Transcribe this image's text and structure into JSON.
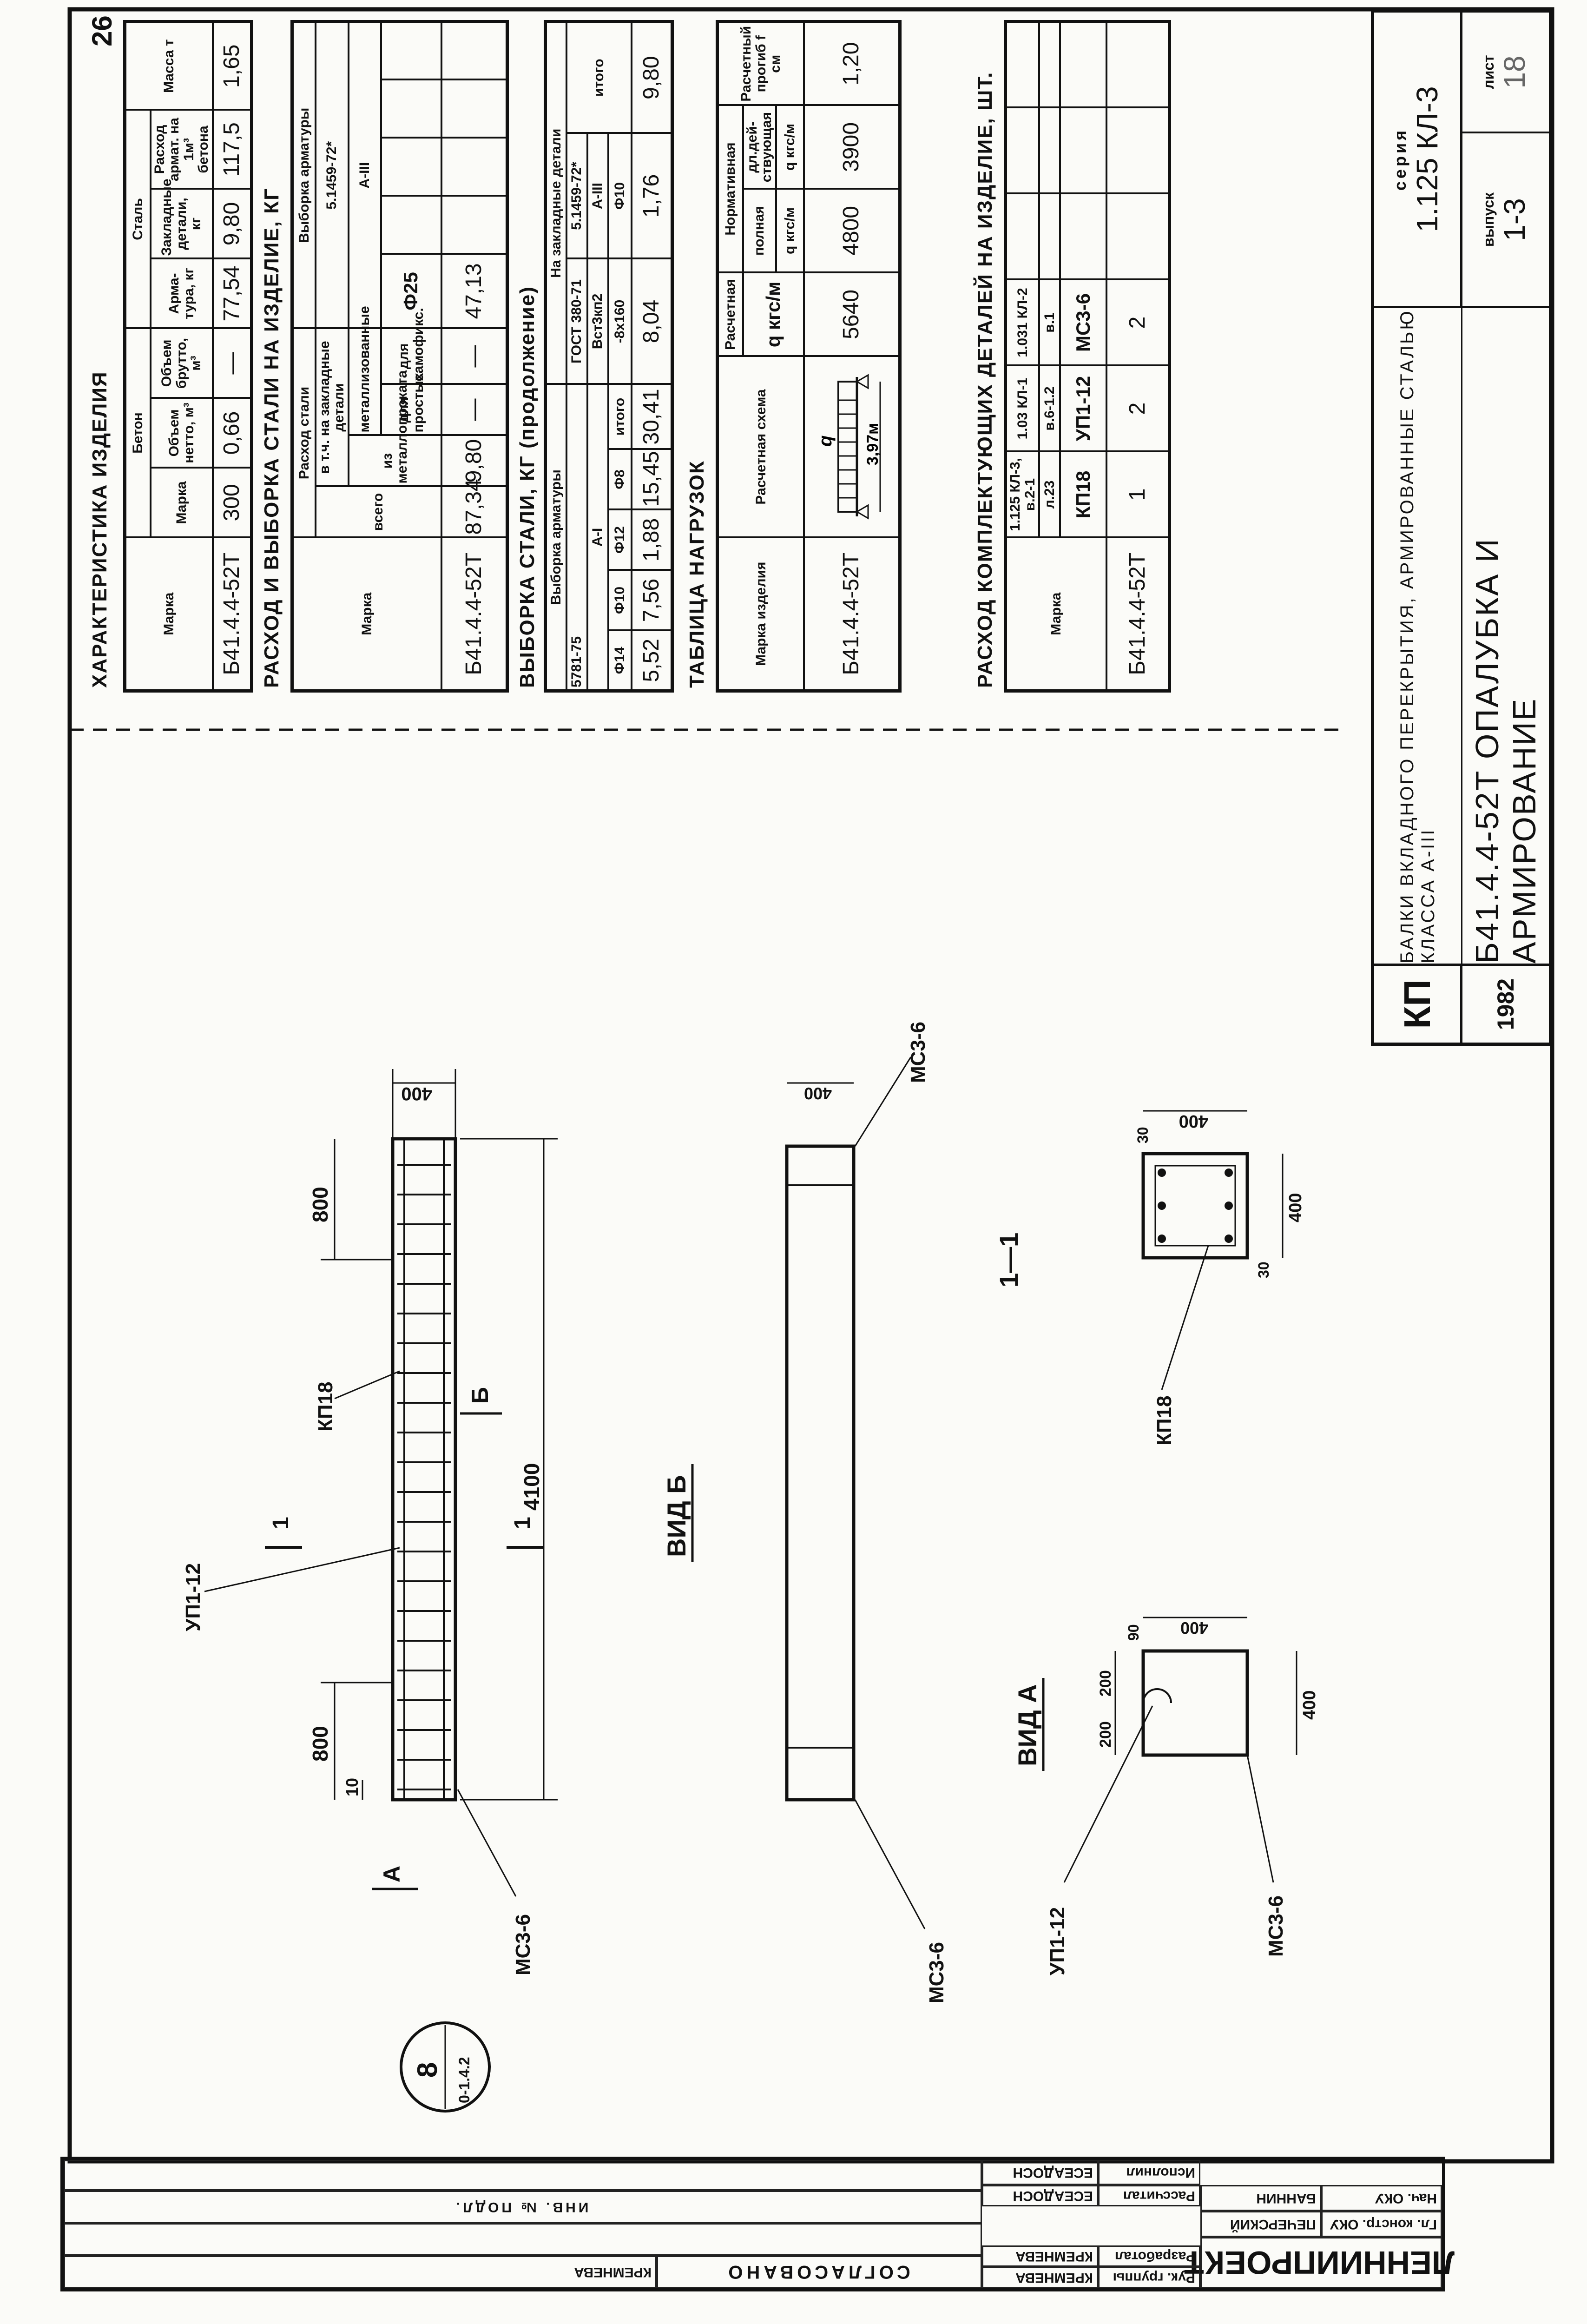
{
  "sheet_number": "26",
  "characteristics": {
    "title": "ХАРАКТЕРИСТИКА ИЗДЕЛИЯ",
    "h_mark": "Марка",
    "h_concrete": "Бетон",
    "h_steel": "Сталь",
    "h_conc_mark": "Марка",
    "h_vol_net": "Объем нетто, м³",
    "h_vol_gross": "Объем брутто, м³",
    "h_rebar": "Арма-тура, кг",
    "h_embedded": "Закладные детали, кг",
    "h_rebar_per_m3": "Расход армат. на 1м³ бетона",
    "h_mass": "Масса т",
    "row": [
      "Б41.4.4-52Т",
      "300",
      "0,66",
      "—",
      "77,54",
      "9,80",
      "117,5",
      "1,65"
    ]
  },
  "steel_usage": {
    "title": "РАСХОД И ВЫБОРКА СТАЛИ НА ИЗДЕЛИЕ, КГ",
    "h_mark": "Марка",
    "h_usage": "Расход стали",
    "h_total": "всего",
    "h_incl_embedded": "в т.ч. на закладные детали",
    "h_rolled": "из металлопроката",
    "h_metallized": "металлизованные",
    "h_simple": "для простых",
    "h_selffix": "для самофикс.",
    "h_selection": "Выборка арматуры",
    "h_standard": "5.1459-72*",
    "h_class": "A-III",
    "h_diam": "Ф25",
    "row": [
      "Б41.4.4-52Т",
      "87,34",
      "9,80",
      "—",
      "—",
      "47,13"
    ]
  },
  "steel_selection_cont": {
    "title": "ВЫБОРКА СТАЛИ, КГ (продолжение)",
    "h_selection": "Выборка арматуры",
    "h_embedded": "На закладные детали",
    "h_std1": "5781-75",
    "h_class1": "A-I",
    "diams": [
      "Ф14",
      "Ф10",
      "Ф12",
      "Ф8",
      "итого"
    ],
    "values1": [
      "5,52",
      "7,56",
      "1,88",
      "15,45",
      "30,41"
    ],
    "h_std2": "ГОСТ 380-71",
    "h_grade2": "Вст3кп2",
    "h_size2": "-8х160",
    "value2": "8,04",
    "h_std3": "5.1459-72*",
    "h_class3": "A-III",
    "h_diam3": "Ф10",
    "value3": "1,76",
    "h_total": "итого",
    "total": "9,80"
  },
  "loads": {
    "title": "ТАБЛИЦА НАГРУЗОК",
    "h_mark": "Марка изделия",
    "h_scheme": "Расчетная схема",
    "h_design": "Расчетная",
    "h_design_q": "q кгс/м",
    "h_normative": "Нормативная",
    "h_full": "полная",
    "h_full_q": "q кгс/м",
    "h_long": "дл.дей-ствующая",
    "h_long_q": "q кгс/м",
    "h_deflection": "Расчетный прогиб f см",
    "scheme_load": "q",
    "scheme_span": "3,97м",
    "row": [
      "Б41.4.4-52Т",
      "5640",
      "4800",
      "3900",
      "1,20"
    ]
  },
  "components": {
    "title": "РАСХОД КОМПЛЕКТУЮЩИХ ДЕТАЛЕЙ НА ИЗДЕЛИЕ, ШТ.",
    "h_mark": "Марка",
    "groups": [
      {
        "series": "1.125 КЛ-3, в.2-1",
        "sheet": "л.23",
        "item": "КП18",
        "qty": "1"
      },
      {
        "series": "1.03 КЛ-1",
        "sheet": "в.6-1.2",
        "item": "УП1-12",
        "qty": "2"
      },
      {
        "series": "1.031 КЛ-2",
        "sheet": "в.1",
        "item": "МС3-6",
        "qty": "2"
      }
    ],
    "row_mark": "Б41.4.4-52Т"
  },
  "title_block": {
    "kp": "КП",
    "year": "1982",
    "line1": "БАЛКИ ВКЛАДНОГО ПЕРЕКРЫТИЯ, АРМИРОВАННЫЕ СТАЛЬЮ КЛАССА A-III",
    "line2": "Б41.4.4-52Т ОПАЛУБКА И АРМИРОВАНИЕ",
    "series_label": "серия",
    "series": "1.125 КЛ-3",
    "issue_label": "выпуск",
    "issue": "1-3",
    "sheet_label": "лист",
    "sheet": "18"
  },
  "drawing": {
    "dim_800a": "800",
    "dim_800b": "800",
    "dim_4100": "4100",
    "dim_10": "10",
    "dim_400": "400",
    "label_up": "УП1-12",
    "label_kp": "КП18",
    "label_ms": "МС3-6",
    "section_mark": "1",
    "view_b_mark": "Б",
    "view_a_mark": "А",
    "detail_num": "8",
    "detail_ref": "0-1.4.2",
    "view_b_title": "ВИД Б",
    "view_a_title": "ВИД А",
    "section_title": "1—1",
    "dim_30": "30",
    "dim_200": "200",
    "dim_90": "90"
  },
  "stamp": {
    "org": "ЛЕННИИПРОЕКТ",
    "roles": [
      "Гл. констр. ОКУ",
      "Нач. ОКУ",
      "Рук. группы",
      "Разработал",
      "Рассчитал",
      "Исполнил"
    ],
    "names": [
      "ПЕЧЕРСКИЙ",
      "БАННИН",
      "КРЕМНЕВА",
      "КРЕМНЕВА",
      "ЕСЕАДОСН",
      "ЕСЕАДОСН"
    ],
    "agreed": "СОГЛАСОВАНО",
    "inventory": "ИНВ. № ПОДЛ.",
    "agreed_name": "КРЕМНЕВА"
  }
}
